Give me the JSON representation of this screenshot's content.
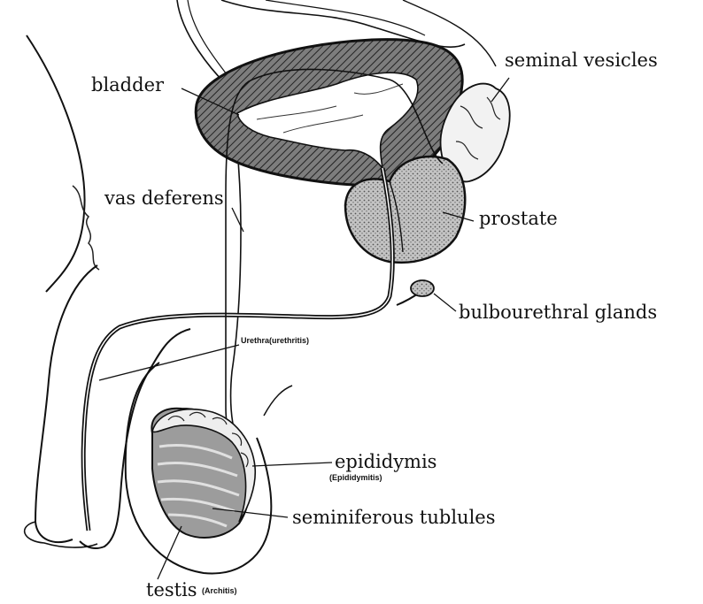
{
  "labels": {
    "bladder": "bladder",
    "seminal_vesicles": "seminal vesicles",
    "vas_deferens": "vas deferens",
    "prostate": "prostate",
    "bulbourethral_glands": "bulbourethral glands",
    "urethra": "Urethra(urethritis)",
    "epididymis": "epididymis",
    "epididymitis": "(Epididymitis)",
    "seminiferous_tubules": "seminiferous tublules",
    "testis": "testis",
    "orchitis": "(Architis)"
  },
  "colors": {
    "line": "#111111",
    "tissue_fill": "#8a8a8a",
    "gland_fill": "#bdbdbd",
    "testis_fill": "#9a9a9a",
    "background": "#ffffff"
  }
}
